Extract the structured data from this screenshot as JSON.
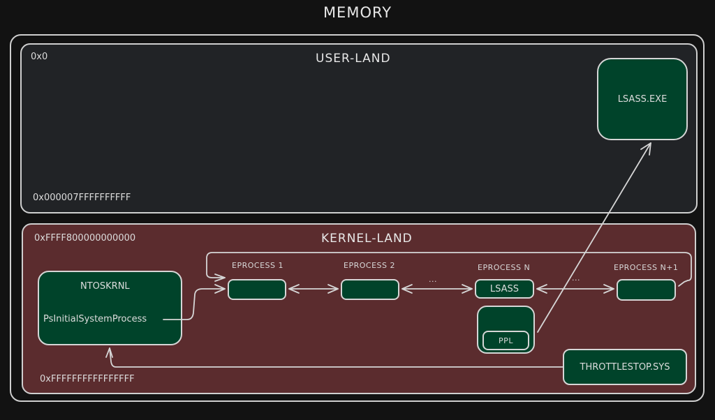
{
  "title": "MEMORY",
  "user_land": {
    "heading": "USER-LAND",
    "start_address": "0x0",
    "end_address": "0x000007FFFFFFFFFF",
    "process": "LSASS.EXE"
  },
  "kernel_land": {
    "heading": "KERNEL-LAND",
    "start_address": "0xFFFF800000000000",
    "end_address": "0xFFFFFFFFFFFFFFFF",
    "ntoskrnl": {
      "title": "NTOSKRNL",
      "symbol": "PsInitialSystemProcess"
    },
    "eprocess": [
      {
        "label": "EPROCESS 1",
        "content": ""
      },
      {
        "label": "EPROCESS 2",
        "content": ""
      },
      {
        "label": "EPROCESS N",
        "content": "LSASS"
      },
      {
        "label": "EPROCESS N+1",
        "content": ""
      }
    ],
    "ellipsis": "...",
    "protection": "PPL",
    "driver": "THROTTLESTOP.SYS"
  },
  "colors": {
    "background": "#121212",
    "user_land_fill": "#212326",
    "kernel_land_fill": "#5b2c2e",
    "node_fill": "#00432a",
    "stroke": "#d6d6d6"
  }
}
